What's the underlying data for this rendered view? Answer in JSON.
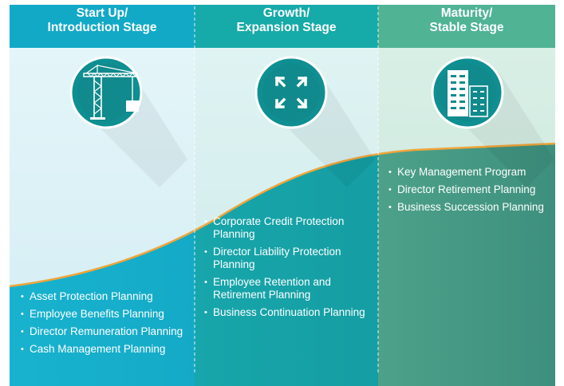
{
  "stages": [
    {
      "title_line1": "Start Up/",
      "title_line2": "Introduction Stage",
      "icon": "crane-icon",
      "items": [
        "Asset Protection Planning",
        "Employee Benefits Planning",
        "Director Remuneration Planning",
        "Cash Management Planning"
      ]
    },
    {
      "title_line1": "Growth/",
      "title_line2": "Expansion Stage",
      "icon": "expand-arrows-icon",
      "items": [
        "Corporate Credit Protection Planning",
        "Director Liability Protection Planning",
        "Employee Retention and Retirement Planning",
        "Business Continuation Planning"
      ]
    },
    {
      "title_line1": "Maturity/",
      "title_line2": "Stable Stage",
      "icon": "office-building-icon",
      "items": [
        "Key Management Program",
        "Director Retirement Planning",
        "Business Succession Planning"
      ]
    }
  ],
  "colors": {
    "stage1": "#13a7c6",
    "stage2": "#17a89f",
    "stage3": "#56b497",
    "curve": "#f0a53a",
    "icon_ring": "#0f8787"
  }
}
